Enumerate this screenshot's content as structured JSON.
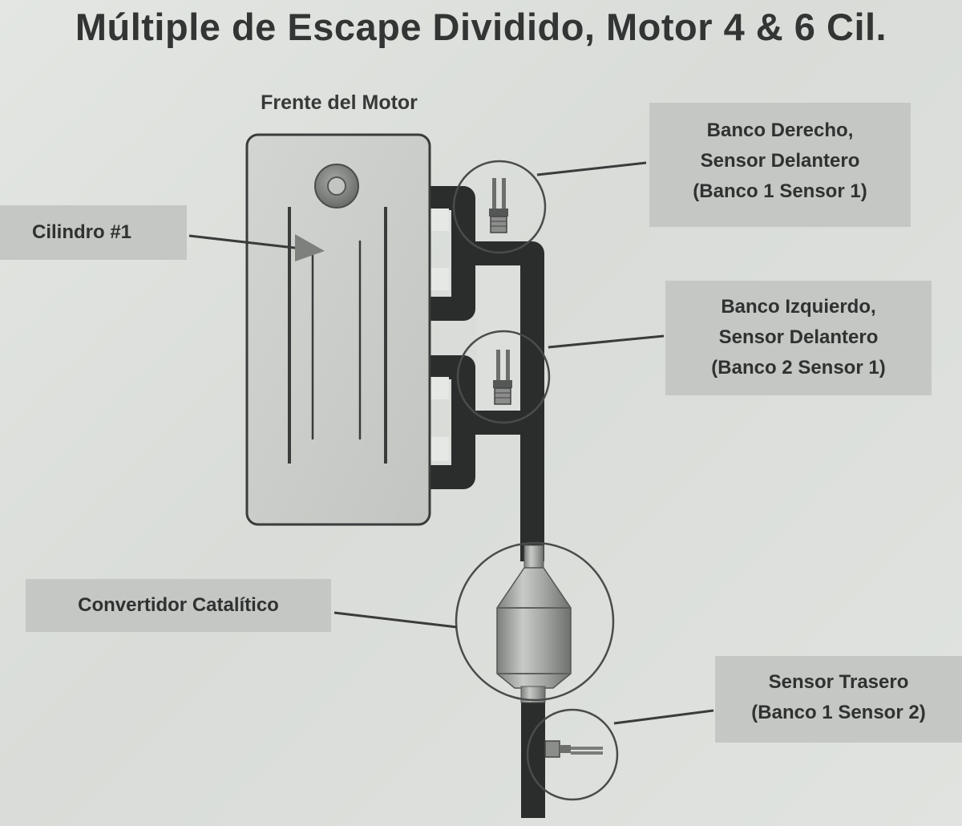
{
  "title": "Múltiple de Escape Dividido, Motor 4 & 6 Cil.",
  "engine_front_label": "Frente del Motor",
  "labels": {
    "cylinder": "Cilindro #1",
    "bank1_front": [
      "Banco Derecho,",
      "Sensor Delantero",
      "(Banco 1 Sensor 1)"
    ],
    "bank2_front": [
      "Banco Izquierdo,",
      "Sensor Delantero",
      "(Banco 2 Sensor 1)"
    ],
    "catalytic": "Convertidor Catalítico",
    "rear_sensor": [
      "Sensor Trasero",
      "(Banco 1 Sensor 2)"
    ]
  },
  "colors": {
    "engine_fill": "#c9ccc8",
    "pipe": "#2b2c2c",
    "label_bg": "#c4c7c3",
    "leader": "#3a3b3b"
  }
}
